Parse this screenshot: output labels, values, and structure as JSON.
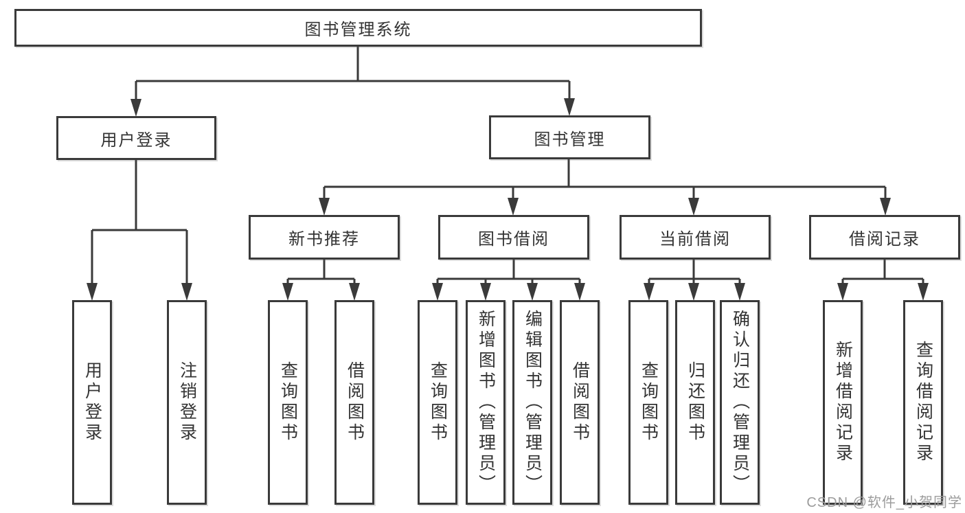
{
  "diagram": {
    "root": {
      "label": "图书管理系统"
    },
    "branches": [
      {
        "label": "用户登录",
        "children": [
          {
            "label": "用户登录"
          },
          {
            "label": "注销登录"
          }
        ]
      },
      {
        "label": "图书管理",
        "groups": [
          {
            "label": "新书推荐",
            "children": [
              {
                "label": "查询图书"
              },
              {
                "label": "借阅图书"
              }
            ]
          },
          {
            "label": "图书借阅",
            "children": [
              {
                "label": "查询图书"
              },
              {
                "label": "新增图书（管理员）"
              },
              {
                "label": "编辑图书（管理员）"
              },
              {
                "label": "借阅图书"
              }
            ]
          },
          {
            "label": "当前借阅",
            "children": [
              {
                "label": "查询图书"
              },
              {
                "label": "归还图书"
              },
              {
                "label": "确认归还（管理员）"
              }
            ]
          },
          {
            "label": "借阅记录",
            "children": [
              {
                "label": "新增借阅记录"
              },
              {
                "label": "查询借阅记录"
              }
            ]
          }
        ]
      }
    ]
  },
  "watermark": {
    "text": "CSDN @软件_小贺同学"
  },
  "colors": {
    "line": "#3a3a3a",
    "box_border": "#3a3a3a",
    "box_fill": "#ffffff",
    "text": "#333333",
    "watermark": "#9c9c9c",
    "background": "#ffffff"
  }
}
